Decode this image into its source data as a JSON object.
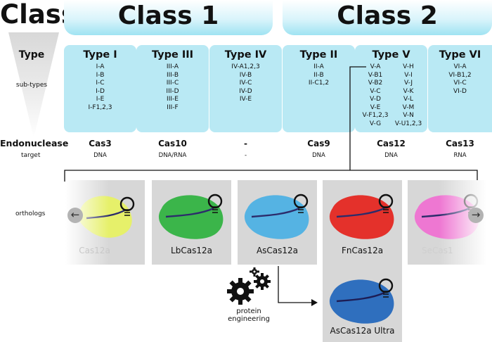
{
  "class_label": "Class",
  "class1": {
    "title": "Class 1"
  },
  "class2": {
    "title": "Class 2"
  },
  "left_labels": {
    "type": "Type",
    "subtypes": "sub-types",
    "endonuclease": "Endonuclease",
    "target": "target",
    "orthologs": "orthologs"
  },
  "types": [
    {
      "name": "Type I",
      "subtypes": [
        "I-A",
        "I-B",
        "I-C",
        "I-D",
        "I-E",
        "I-F1,2,3"
      ],
      "endonuclease": "Cas3",
      "target": "DNA"
    },
    {
      "name": "Type III",
      "subtypes": [
        "III-A",
        "III-B",
        "III-C",
        "III-D",
        "III-E",
        "III-F"
      ],
      "endonuclease": "Cas10",
      "target": "DNA/RNA"
    },
    {
      "name": "Type IV",
      "subtypes": [
        "IV-A1,2,3",
        "IV-B",
        "IV-C",
        "IV-D",
        "IV-E"
      ],
      "endonuclease": "-",
      "target": "-"
    },
    {
      "name": "Type II",
      "subtypes": [
        "II-A",
        "II-B",
        "II-C1,2"
      ],
      "endonuclease": "Cas9",
      "target": "DNA"
    },
    {
      "name": "Type V",
      "subtypes_col1": [
        "V-A",
        "V-B1",
        "V-B2",
        "V-C",
        "V-D",
        "V-E",
        "V-F1,2,3",
        "V-G"
      ],
      "subtypes_col2": [
        "V-H",
        "V-I",
        "V-J",
        "V-K",
        "V-L",
        "V-M",
        "V-N",
        "V-U1,2,3"
      ],
      "endonuclease": "Cas12",
      "target": "DNA"
    },
    {
      "name": "Type VI",
      "subtypes": [
        "VI-A",
        "VI-B1,2",
        "VI-C",
        "VI-D"
      ],
      "endonuclease": "Cas13",
      "target": "RNA"
    }
  ],
  "orthologs": [
    {
      "label": "LbCas12a",
      "color": "#3bb54a"
    },
    {
      "label": "AsCas12a",
      "color": "#55b3e3"
    },
    {
      "label": "FnCas12a",
      "color": "#e4312b"
    }
  ],
  "faded_left": {
    "label": "Cas12a",
    "color": "#e6f06a"
  },
  "faded_right": {
    "label": "SeCas1",
    "color": "#ee77d2"
  },
  "engineering_label": "protein\nengineering",
  "engineered": {
    "label": "AsCas12a Ultra",
    "color": "#2f6fbe"
  },
  "nav": {
    "prev": "←",
    "next": "→"
  }
}
